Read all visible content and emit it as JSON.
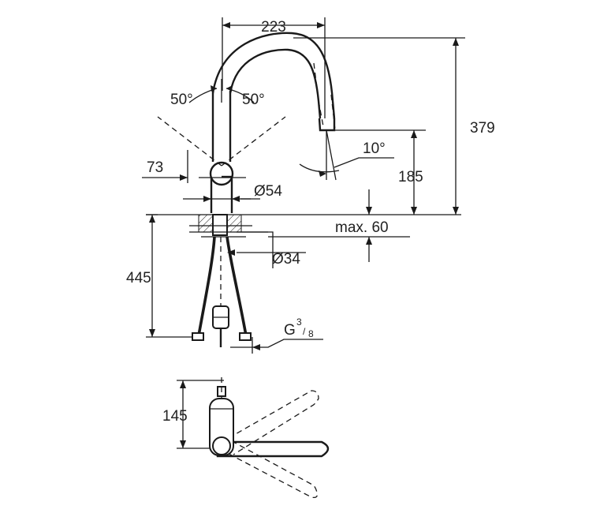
{
  "dimensions": {
    "width_top": "223",
    "height_total": "379",
    "angle_left": "50°",
    "angle_right": "50°",
    "spout_tilt": "10°",
    "spout_height": "185",
    "handle_offset": "73",
    "base_diameter": "Ø54",
    "counter_thickness": "max. 60",
    "hole_diameter": "Ø34",
    "hose_length": "445",
    "thread_prefix": "G",
    "thread_num": "3",
    "thread_den": "8",
    "plan_depth": "145"
  },
  "colors": {
    "line": "#1a1a1a",
    "background": "#ffffff"
  }
}
